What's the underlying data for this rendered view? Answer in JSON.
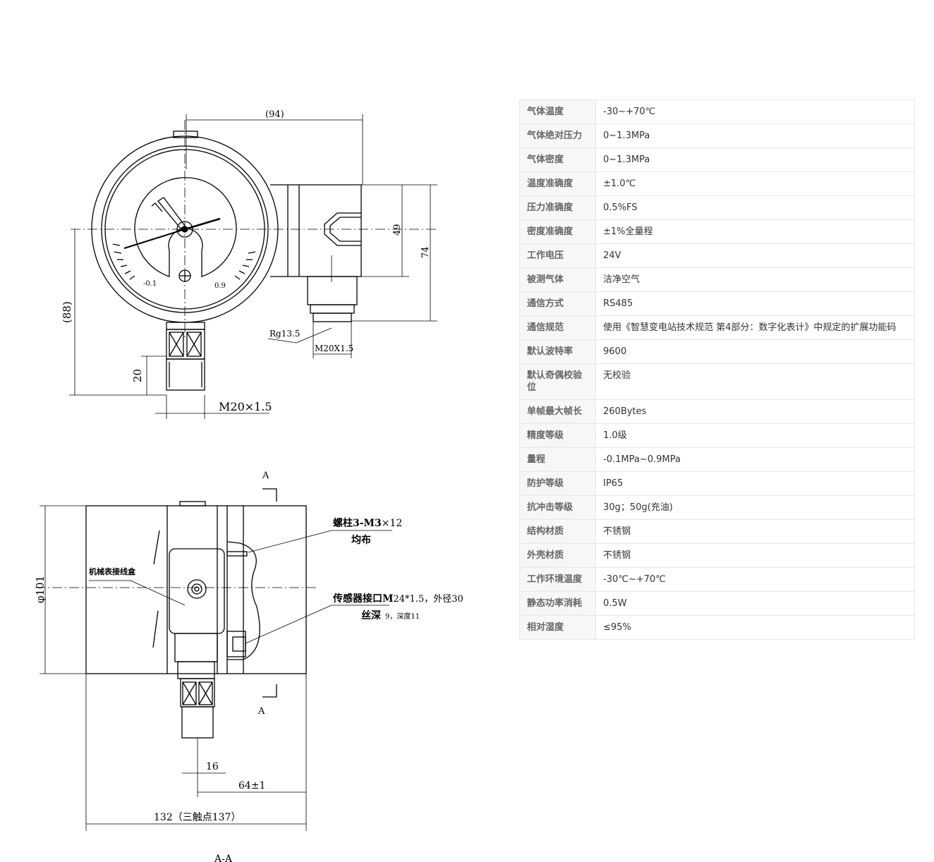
{
  "drawing": {
    "top_view": {
      "width_dim": "(94)",
      "height_dim": "(88)",
      "box_height_dim": "49",
      "box_outer_dim": "74",
      "stem_dim": "20",
      "thread_dim": "M20×1.5",
      "sensor_thread": "M20X1.5",
      "cable_gland": "Rg13.5",
      "scale_min": "-0.1",
      "scale_max": "0.9"
    },
    "side_view": {
      "section_mark": "A",
      "diameter_dim": "φ101",
      "terminal_box": "机械表接线盒",
      "stud_label_a": "螺柱3-M3",
      "stud_label_b": "×12",
      "stud_label_c": "均布",
      "sensor_label_a": "传感器接口M",
      "sensor_label_b": "24*1.5，外径30",
      "sensor_label_c": "丝深",
      "sensor_label_d": "9，深度11",
      "dim_16": "16",
      "dim_64": "64±1",
      "dim_132": "132（三触点137）",
      "bottom_mark": "A-A"
    }
  },
  "specs": [
    {
      "key": "气体温度",
      "value": "-30~+70℃"
    },
    {
      "key": "气体绝对压力",
      "value": "0~1.3MPa"
    },
    {
      "key": "气体密度",
      "value": "0~1.3MPa"
    },
    {
      "key": "温度准确度",
      "value": "±1.0℃"
    },
    {
      "key": "压力准确度",
      "value": "0.5%FS"
    },
    {
      "key": "密度准确度",
      "value": "±1%全量程"
    },
    {
      "key": "工作电压",
      "value": "24V"
    },
    {
      "key": "被测气体",
      "value": "洁净空气"
    },
    {
      "key": "通信方式",
      "value": "RS485"
    },
    {
      "key": "通信规范",
      "value": "使用《智慧变电站技术规范 第4部分：数字化表计》中规定的扩展功能码"
    },
    {
      "key": "默认波特率",
      "value": "9600"
    },
    {
      "key": "默认奇偶校验位",
      "value": "无校验"
    },
    {
      "key": "单帧最大帧长",
      "value": "260Bytes"
    },
    {
      "key": "精度等级",
      "value": "1.0级"
    },
    {
      "key": "量程",
      "value": "-0.1MPa~0.9MPa"
    },
    {
      "key": "防护等级",
      "value": "IP65"
    },
    {
      "key": "抗冲击等级",
      "value": "30g；50g(充油)"
    },
    {
      "key": "结构材质",
      "value": "不锈钢"
    },
    {
      "key": "外壳材质",
      "value": "不锈钢"
    },
    {
      "key": "工作环境温度",
      "value": "-30℃~+70℃"
    },
    {
      "key": "静态功率消耗",
      "value": "0.5W"
    },
    {
      "key": "相对湿度",
      "value": "≤95%"
    }
  ]
}
